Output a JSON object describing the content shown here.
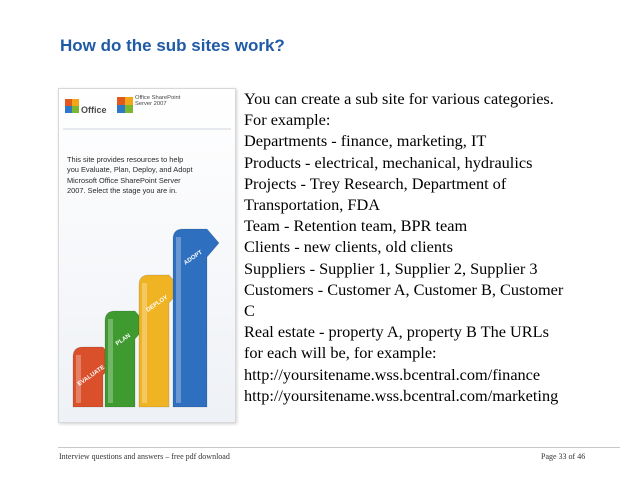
{
  "slide": {
    "title": "How do the sub sites work?"
  },
  "figure": {
    "logo_office": "Office",
    "logo_product": "Office SharePoint Server 2007",
    "caption": "This site provides resources to help you Evaluate, Plan, Deploy, and Adopt Microsoft Office SharePoint Server 2007. Select the stage you are in.",
    "stages": [
      "EVALUATE",
      "PLAN",
      "DEPLOY",
      "ADOPT"
    ],
    "stage_colors": [
      "#d9502b",
      "#3f9a2f",
      "#f0b323",
      "#2f6fc0"
    ]
  },
  "body": {
    "lines": [
      "You can create a sub site for various categories.",
      "For example:",
      "Departments - finance, marketing, IT",
      "Products - electrical, mechanical, hydraulics",
      "Projects - Trey Research, Department of",
      "Transportation, FDA",
      "Team - Retention team, BPR team",
      "Clients - new clients, old clients",
      "Suppliers - Supplier 1, Supplier 2, Supplier 3",
      "Customers - Customer A, Customer B, Customer",
      "C",
      "Real estate - property A, property B The URLs",
      "for each will be, for example:",
      "http://yoursitename.wss.bcentral.com/finance",
      "http://yoursitename.wss.bcentral.com/marketing"
    ]
  },
  "footer": {
    "left": "Interview questions and answers – free pdf download",
    "right": "Page 33 of 46"
  }
}
